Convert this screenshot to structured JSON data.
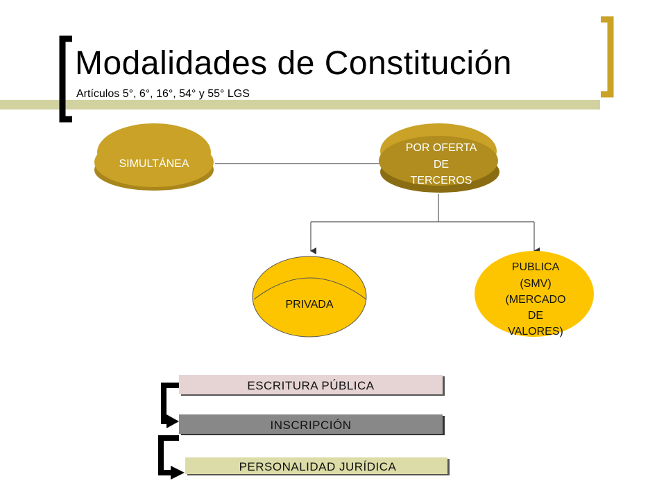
{
  "header": {
    "title": "Modalidades de Constitución",
    "subtitle": "Artículos 5°, 6°, 16°, 54° y 55° LGS"
  },
  "nodes": {
    "simultanea": "SIMULTÁNEA",
    "oferta_terceros": [
      "POR OFERTA",
      "DE",
      "TERCEROS"
    ],
    "privada": "PRIVADA",
    "publica": [
      "PUBLICA",
      "(SMV)",
      "(MERCADO",
      "DE",
      "VALORES)"
    ]
  },
  "steps": {
    "escritura": "ESCRITURA PÚBLICA",
    "inscripcion": "INSCRIPCIÓN",
    "personalidad": "PERSONALIDAD JURÍDICA"
  },
  "colors": {
    "gold": "#c9a227",
    "gold_dark": "#8a6d12",
    "yellow": "#fdc500",
    "olive_band": "#d2d2a0",
    "pink_bar": "#e6d4d4",
    "gray_bar": "#888888",
    "green_bar": "#dcdca8"
  }
}
